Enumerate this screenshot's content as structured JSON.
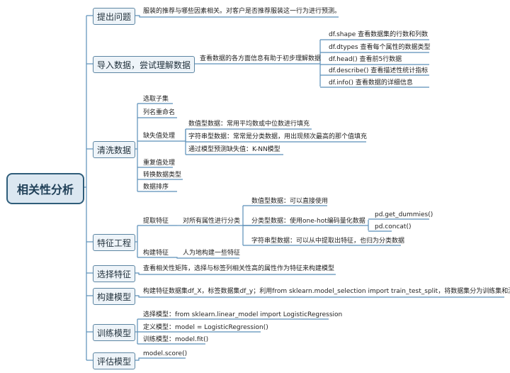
{
  "root": "相关性分析",
  "branches": {
    "b1": {
      "label": "提出问题",
      "desc": "服装的推荐与哪些因素相关。对客户是否推荐服装这一行为进行预测。"
    },
    "b2": {
      "label": "导入数据，尝试理解数据",
      "desc": "查看数据的各方面信息有助于初步理解数据",
      "items": [
        "df.shape  查看数据集的行数和列数",
        "df.dtypes  查看每个属性的数据类型",
        "df.head()  查看前5行数据",
        "df.describe()  查看描述性统计指标",
        "df.info()  查看数据的详细信息"
      ]
    },
    "b3": {
      "label": "清洗数据",
      "items": [
        "选取子集",
        "列名重命名",
        "缺失值处理",
        "重复值处理",
        "转换数据类型",
        "数据排序"
      ],
      "missing": [
        "数值型数据：常用平均数或中位数进行填充",
        "字符串型数据：常常是分类数据，用出现频次最高的那个值填充",
        "通过模型预测缺失值：K-NN模型"
      ]
    },
    "b4": {
      "label": "特征工程",
      "extract": "提取特征",
      "extract_sub": "对所有属性进行分类",
      "cls": [
        "数值型数据：可以直接使用",
        "分类型数据：使用one-hot编码量化数据",
        "字符串型数据：可以从中提取出特征，也归为分类数据"
      ],
      "onehot": [
        "pd.get_dummies()",
        "pd.concat()"
      ],
      "build": "构建特征",
      "build_sub": "人为地构建一些特征"
    },
    "b5": {
      "label": "选择特征",
      "desc": "查看相关性矩阵，选择与标签列相关性高的属性作为特征来构建模型"
    },
    "b6": {
      "label": "构建模型",
      "desc": "构建特征数据集df_X，标签数据集df_y；利用from sklearn.model_selection import train_test_split，将数据集分为训练集和测试集"
    },
    "b7": {
      "label": "训练模型",
      "items": [
        "选择模型：from sklearn.linear_model import LogisticRegression",
        "定义模型：model = LogisticRegression()",
        "训练模型：model.fit()"
      ]
    },
    "b8": {
      "label": "评估模型",
      "desc": "model.score()"
    }
  }
}
